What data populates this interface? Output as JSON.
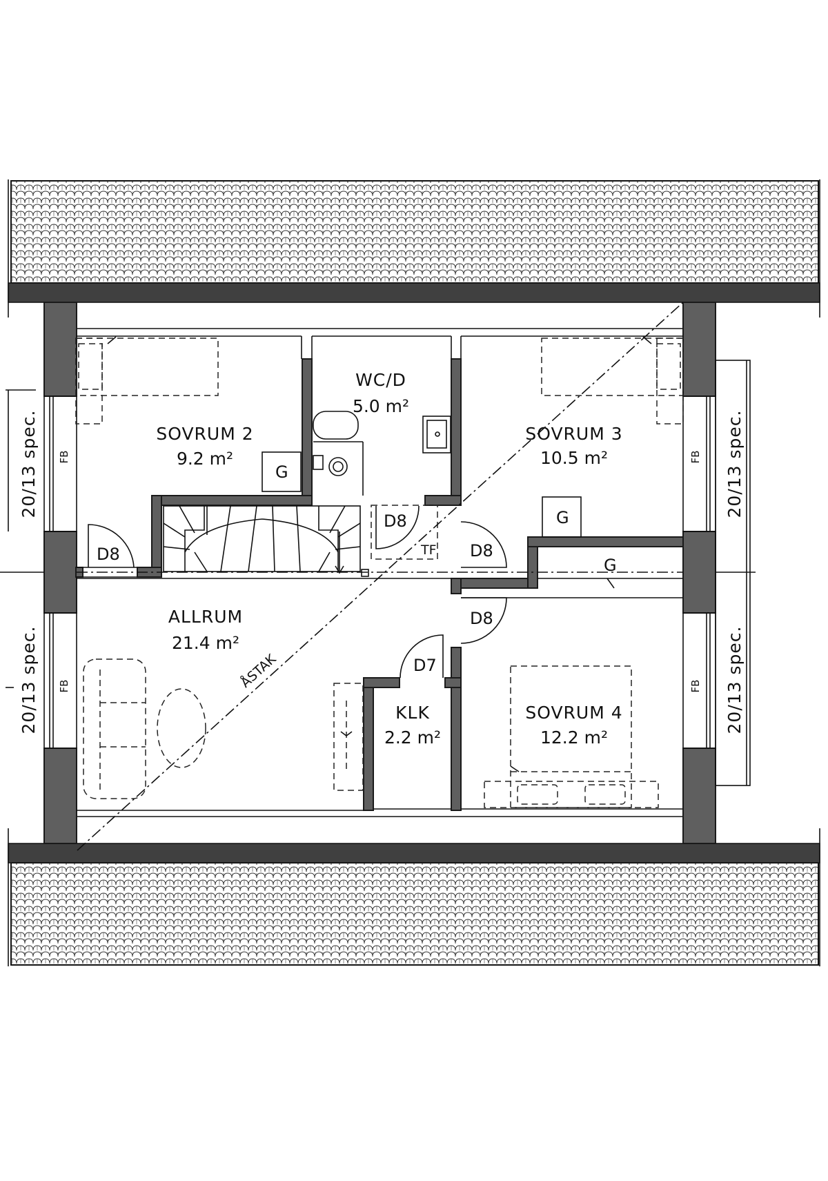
{
  "rooms": {
    "sovrum2": {
      "name": "SOVRUM 2",
      "area": "9.2 m²"
    },
    "wcd": {
      "name": "WC/D",
      "area": "5.0 m²"
    },
    "sovrum3": {
      "name": "SOVRUM 3",
      "area": "10.5 m²"
    },
    "allrum": {
      "name": "ALLRUM",
      "area": "21.4 m²"
    },
    "klk": {
      "name": "KLK",
      "area": "2.2 m²"
    },
    "sovrum4": {
      "name": "SOVRUM 4",
      "area": "12.2 m²"
    }
  },
  "doors": {
    "d8_sovrum2": "D8",
    "d8_stair": "D8",
    "d8_sovrum3": "D8",
    "d8_sovrum4": "D8",
    "d7_klk": "D7"
  },
  "labels": {
    "tf": "TF",
    "g_sovrum2": "G",
    "g_sovrum3": "G",
    "g_ridge": "G",
    "astak": "ÅSTAK",
    "fb": "FB"
  },
  "windows": {
    "spec_left_top": "20/13 spec.",
    "spec_left_bottom": "20/13 spec.",
    "spec_right_top": "20/13 spec.",
    "spec_right_bottom": "20/13 spec."
  }
}
